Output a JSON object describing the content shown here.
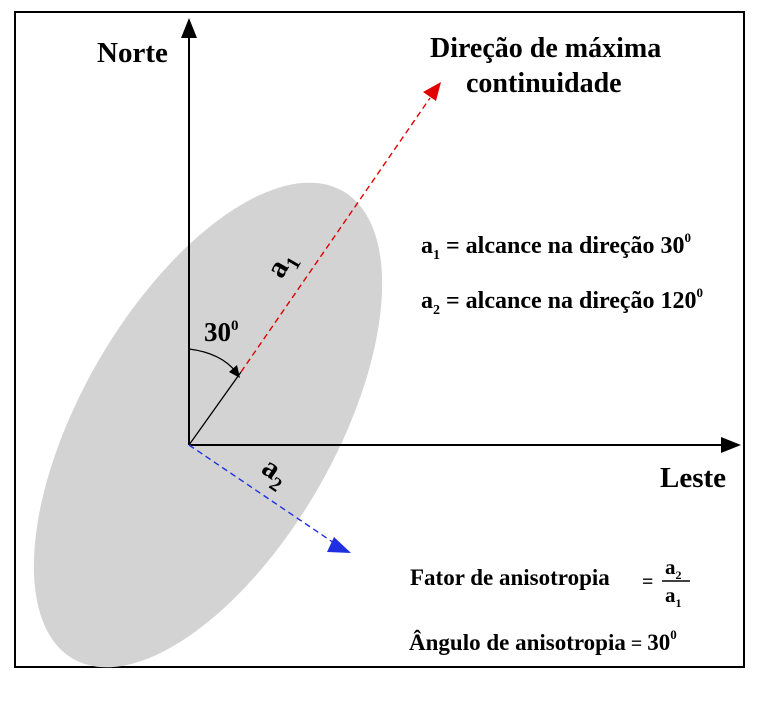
{
  "labels": {
    "north": "Norte",
    "east": "Leste",
    "direction_line1": "Direção de máxima",
    "direction_line2": "continuidade",
    "angle": "30",
    "angle_deg": "0",
    "a1": "a",
    "a1_sub": "1",
    "a2": "a",
    "a2_sub": "2"
  },
  "legend": {
    "a1_var": "a",
    "a1_sub": "1",
    "a1_text": " = alcance na direção 30",
    "a1_deg": "0",
    "a2_var": "a",
    "a2_sub": "2",
    "a2_text": " = alcance na direção 120",
    "a2_deg": "0"
  },
  "formulas": {
    "factor_label": "Fator de anisotropia",
    "factor_eq": "=",
    "numerator": "a",
    "numerator_sub": "2",
    "denominator": "a",
    "denominator_sub": "1",
    "angle_label": "Ângulo de anisotropia",
    "angle_eq": "=",
    "angle_value": "30",
    "angle_deg": "0"
  },
  "colors": {
    "ellipse": "#d3d3d3",
    "major_axis": "#e00000",
    "minor_axis": "#2030e0",
    "axes": "#000000",
    "frame": "#000000"
  }
}
